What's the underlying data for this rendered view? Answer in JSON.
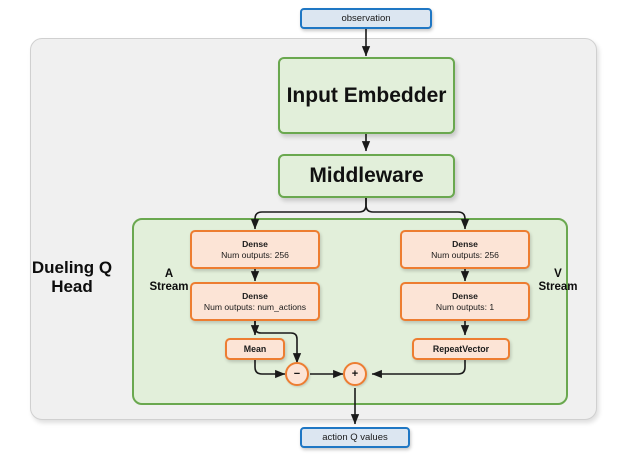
{
  "diagram": {
    "title": "Dueling Q Head network architecture",
    "colors": {
      "io_border": "#1f77c4",
      "io_fill": "#dce6f1",
      "green_border": "#6aa84f",
      "green_fill": "#e2efda",
      "orange_border": "#ed7d31",
      "orange_fill": "#fce4d6",
      "outer_fill": "#f0f0f0",
      "wire": "#1a1a1a"
    },
    "input": {
      "label": "observation"
    },
    "output": {
      "label": "action Q values"
    },
    "blocks": {
      "input_embedder": "Input Embedder",
      "middleware": "Middleware"
    },
    "head": {
      "label": "Dueling Q Head",
      "streams": [
        {
          "name": "a-stream",
          "label_line1": "A",
          "label_line2": "Stream"
        },
        {
          "name": "v-stream",
          "label_line1": "V",
          "label_line2": "Stream"
        }
      ]
    },
    "a_stream": {
      "dense1": {
        "title": "Dense",
        "sub": "Num outputs: 256"
      },
      "dense2": {
        "title": "Dense",
        "sub": "Num outputs: num_actions"
      },
      "mean": {
        "title": "Mean"
      }
    },
    "v_stream": {
      "dense1": {
        "title": "Dense",
        "sub": "Num outputs: 256"
      },
      "dense2": {
        "title": "Dense",
        "sub": "Num outputs: 1"
      },
      "repeat_vector": {
        "title": "RepeatVector"
      }
    },
    "operators": {
      "subtract": {
        "symbol": "−",
        "name": "subtract-operator"
      },
      "add": {
        "symbol": "+",
        "name": "add-operator"
      }
    }
  }
}
